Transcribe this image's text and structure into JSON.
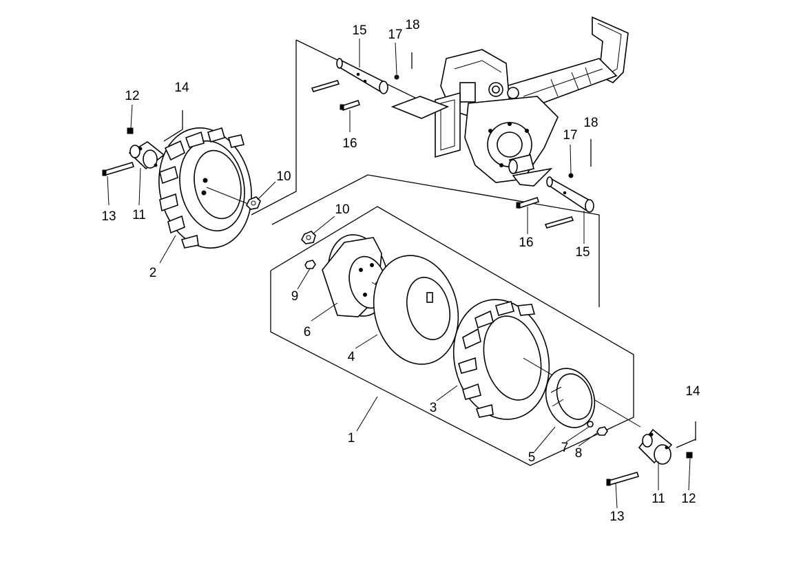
{
  "callouts": {
    "c1": "1",
    "c2": "2",
    "c3": "3",
    "c4": "4",
    "c5": "5",
    "c6": "6",
    "c7": "7",
    "c8": "8",
    "c9": "9",
    "c10a": "10",
    "c10b": "10",
    "c11a": "11",
    "c11b": "11",
    "c12a": "12",
    "c12b": "12",
    "c13a": "13",
    "c13b": "13",
    "c14a": "14",
    "c14b": "14",
    "c15a": "15",
    "c15b": "15",
    "c16a": "16",
    "c16b": "16",
    "c17a": "17",
    "c17b": "17",
    "c18a": "18",
    "c18b": "18"
  }
}
